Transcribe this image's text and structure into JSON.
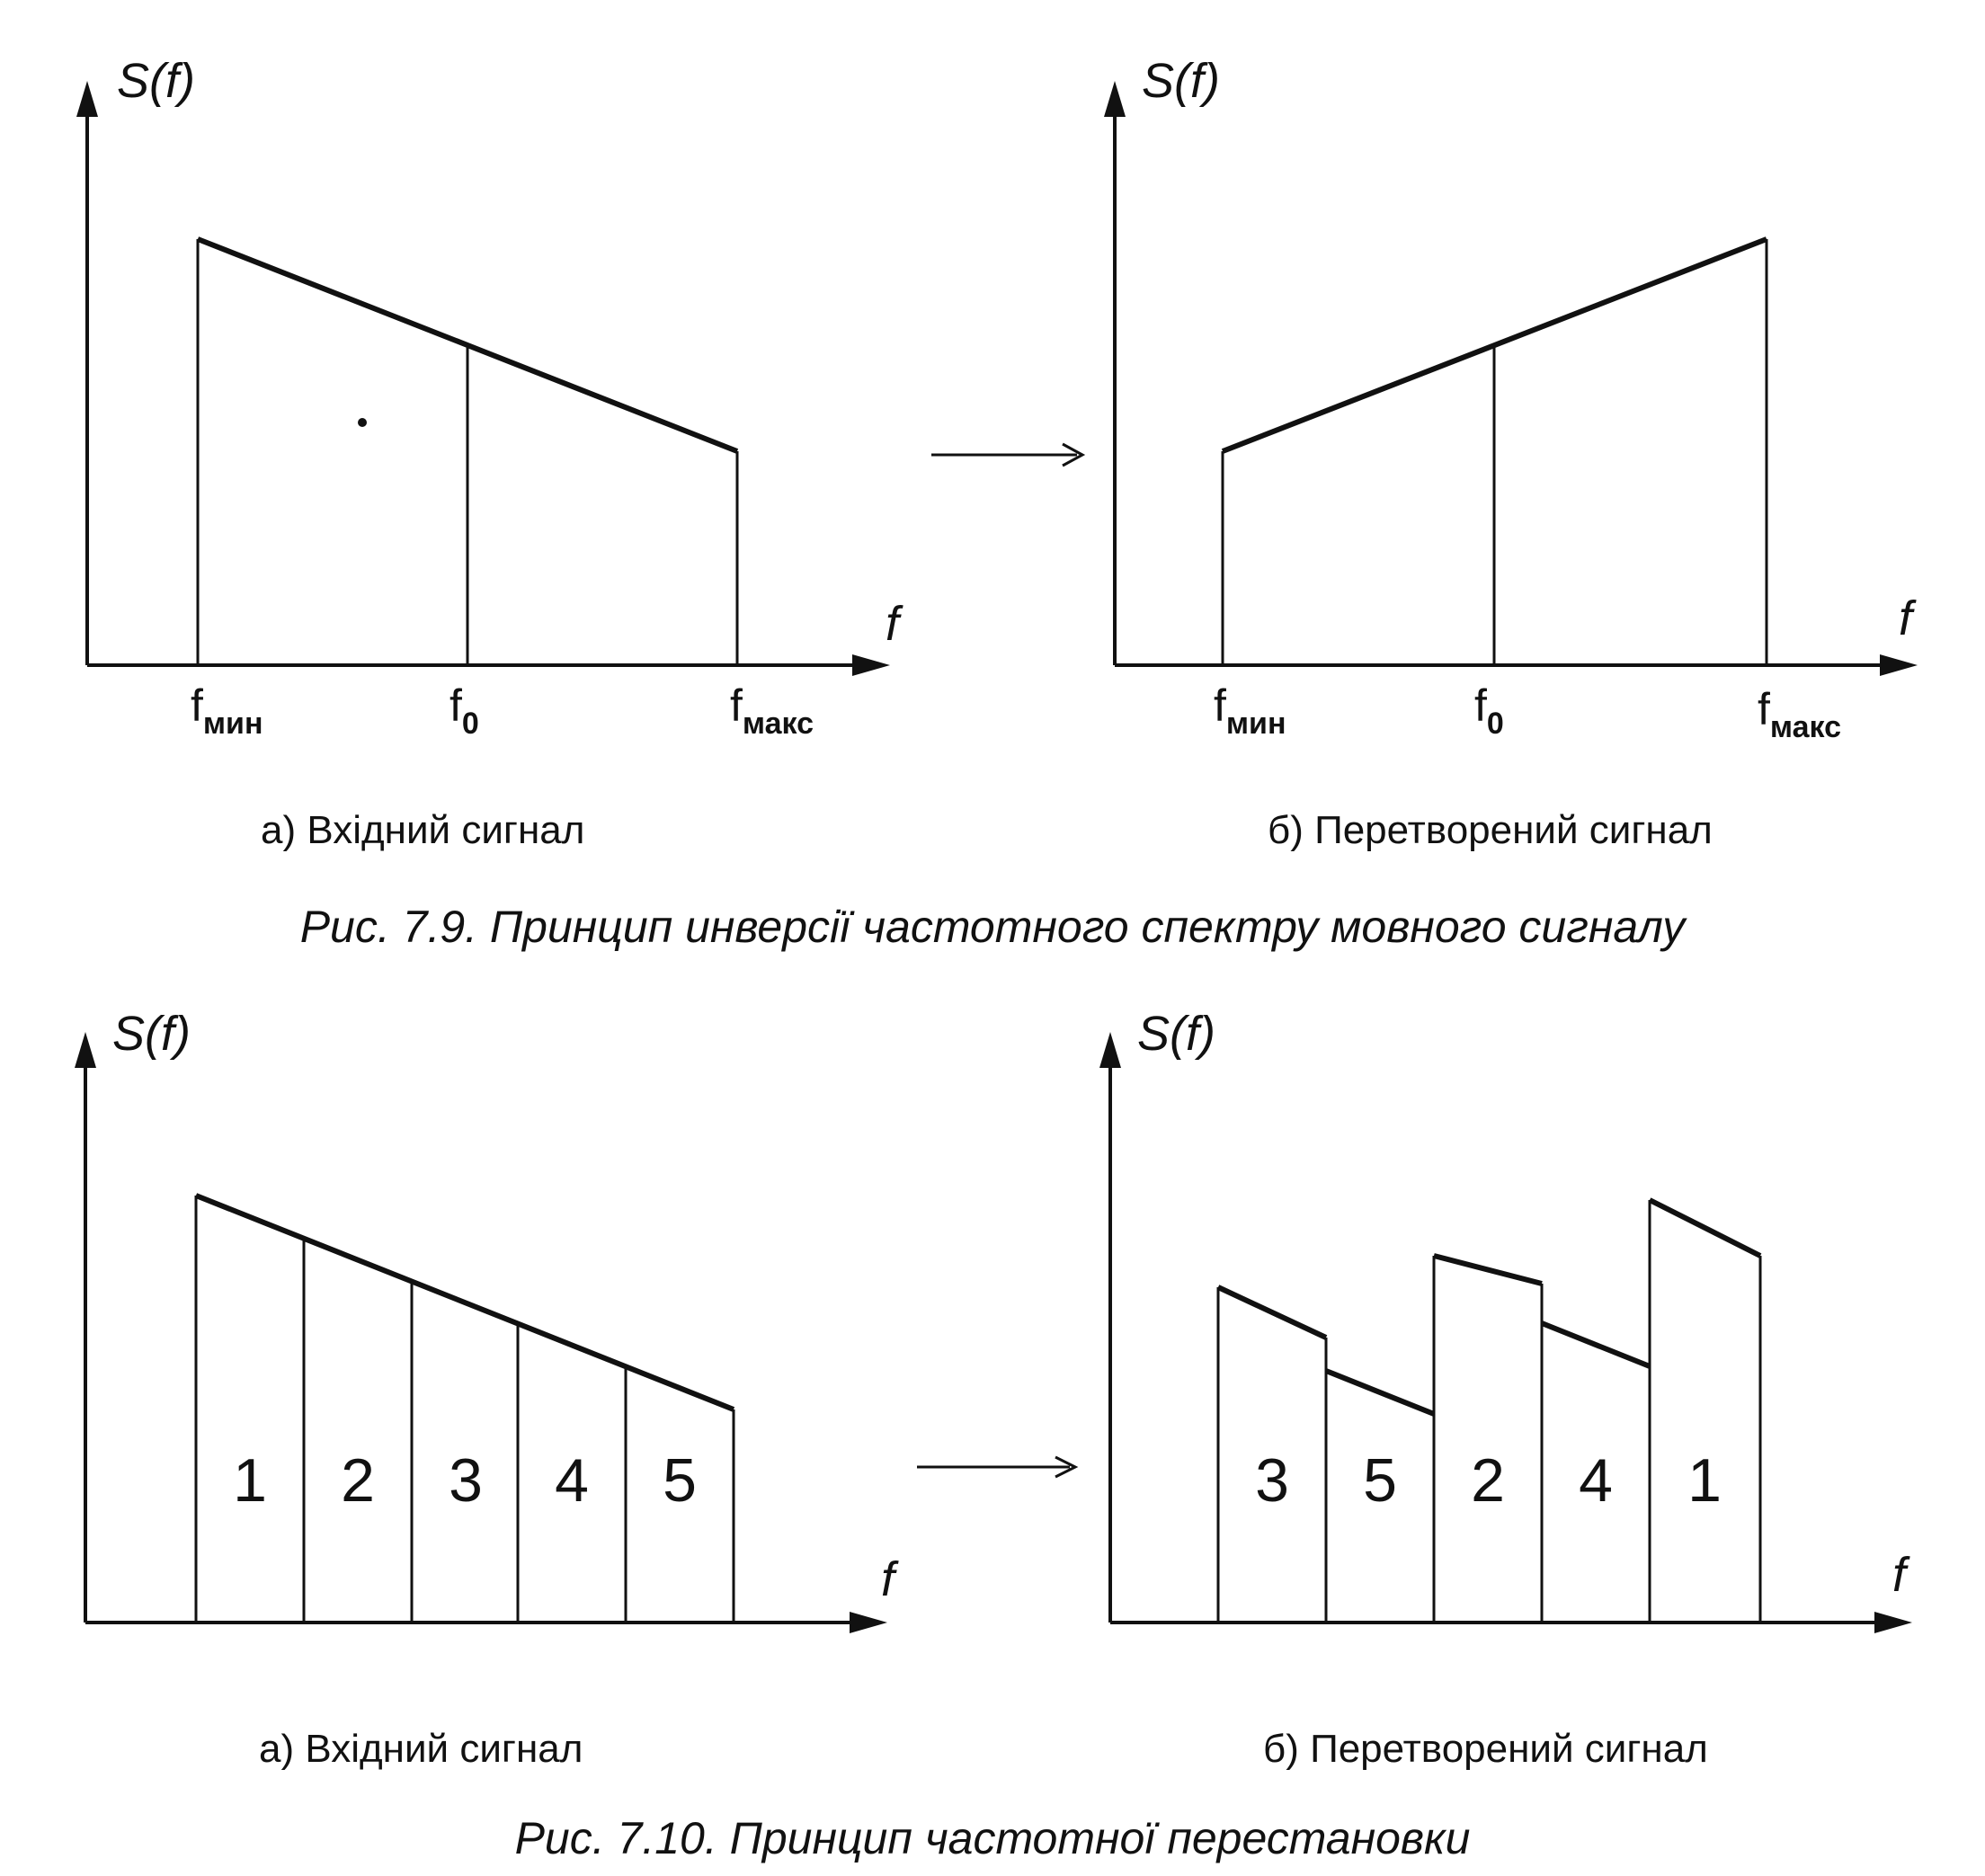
{
  "colors": {
    "ink": "#111111",
    "paper": "#ffffff"
  },
  "common": {
    "y_axis": "S(f)",
    "x_axis": "f"
  },
  "fig79": {
    "panel_a": {
      "caption": "а) Вхідний сигнал",
      "ticks": [
        {
          "base": "f",
          "sub": "мин"
        },
        {
          "base": "f",
          "sub": "0"
        },
        {
          "base": "f",
          "sub": "макс"
        }
      ]
    },
    "panel_b": {
      "caption": "б) Перетворений сигнал",
      "ticks": [
        {
          "base": "f",
          "sub": "мин"
        },
        {
          "base": "f",
          "sub": "0"
        },
        {
          "base": "f",
          "sub": "макс"
        }
      ]
    },
    "caption": "Рис. 7.9. Принцип инверсії частотного спектру мовного сигналу"
  },
  "fig710": {
    "panel_a": {
      "caption": "а) Вхідний сигнал",
      "segments": [
        "1",
        "2",
        "3",
        "4",
        "5"
      ]
    },
    "panel_b": {
      "caption": "б) Перетворений сигнал",
      "segments": [
        "3",
        "5",
        "2",
        "4",
        "1"
      ]
    },
    "caption": "Рис. 7.10. Принцип частотної перестановки"
  }
}
